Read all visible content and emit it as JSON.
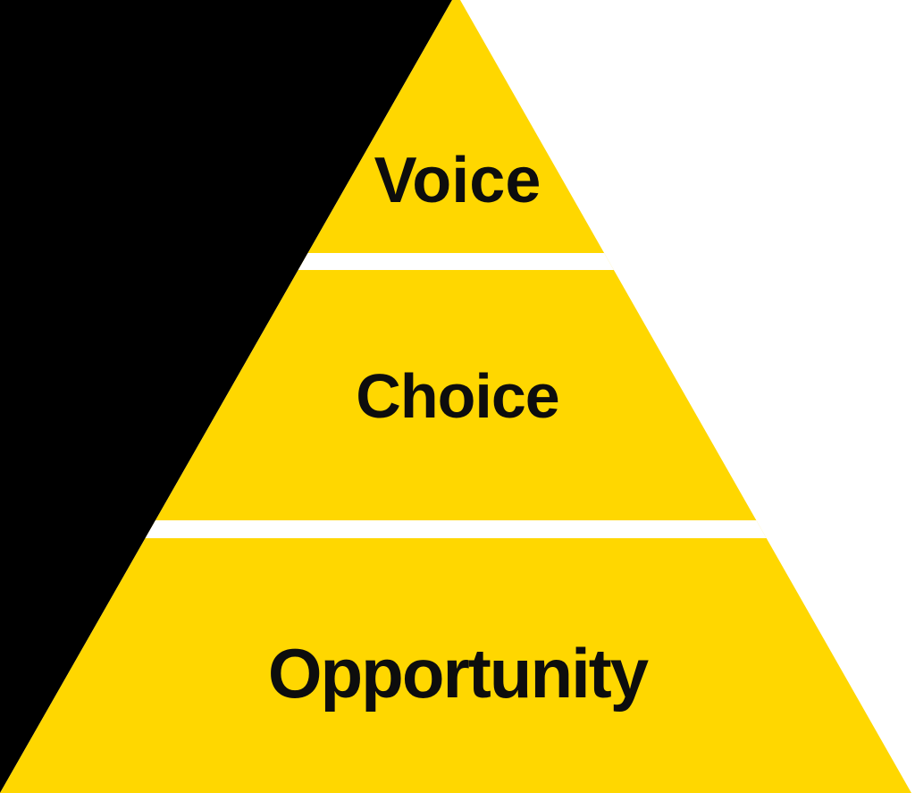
{
  "diagram": {
    "type": "pyramid",
    "levels": [
      {
        "label": "Voice"
      },
      {
        "label": "Choice"
      },
      {
        "label": "Opportunity"
      }
    ],
    "colors": {
      "pyramid_fill": "#FFD700",
      "label_text": "#0D0D0D",
      "background_left": "#000000",
      "background_right": "#FFFFFF",
      "level_separator": "#FFFFFF"
    }
  }
}
